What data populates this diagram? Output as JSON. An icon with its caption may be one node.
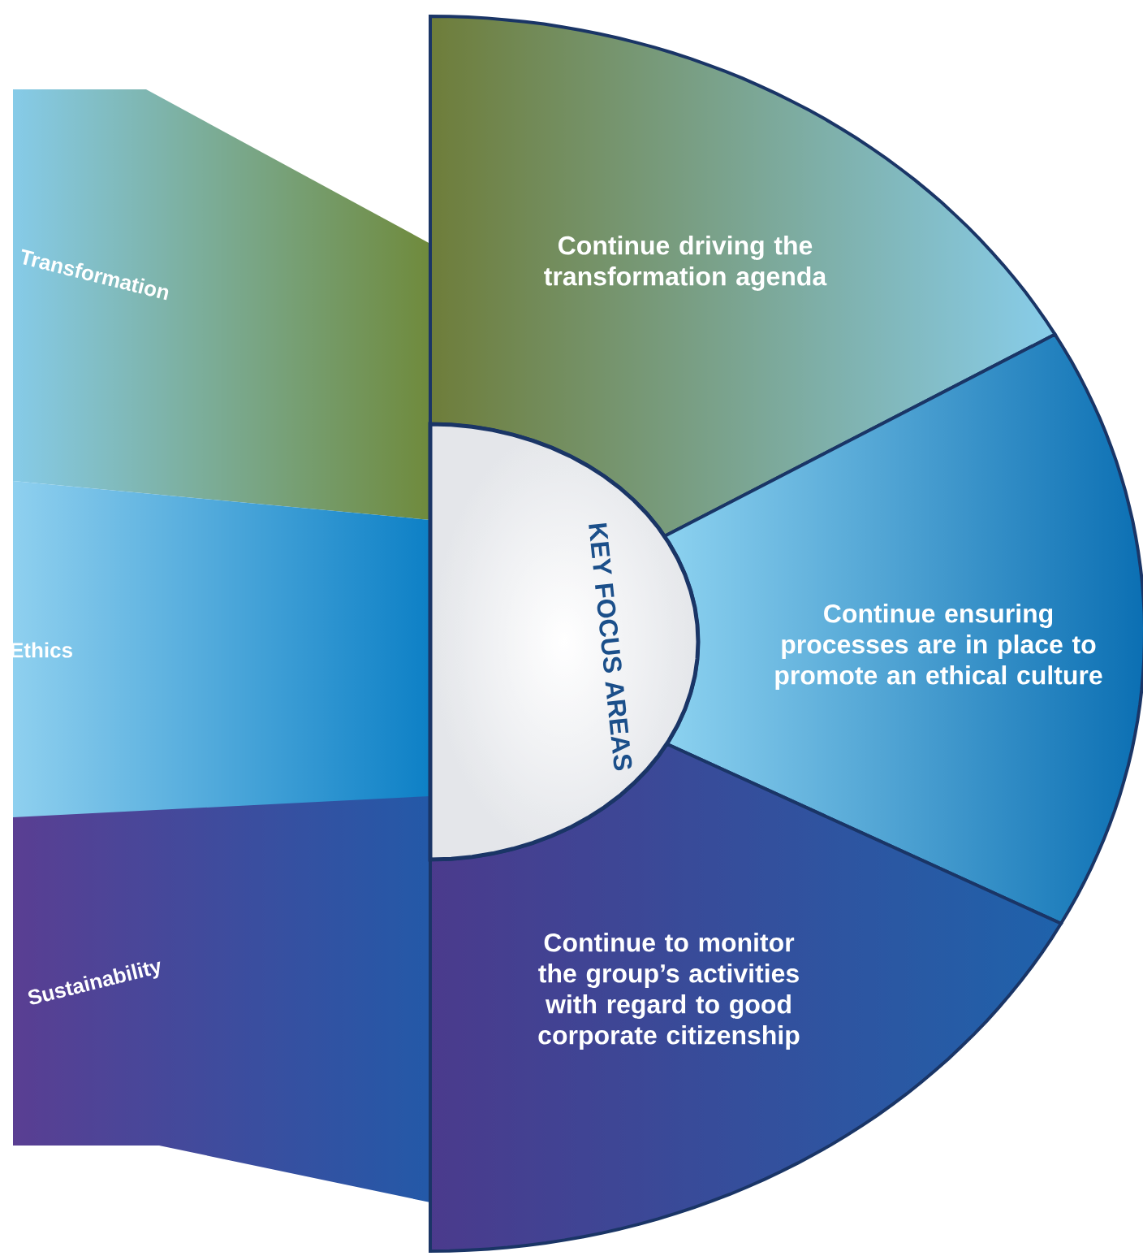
{
  "diagram": {
    "nodes": [
      {
        "text": [
          "Transformation"
        ]
      },
      {
        "text": [
          "Ethics"
        ]
      },
      {
        "text": [
          "Sustainability"
        ]
      },
      {
        "text": [
          "KEY FOCUS AREAS"
        ]
      },
      {
        "text": [
          "Continue driving the transformation agenda"
        ]
      },
      {
        "text": [
          "Continue ensuring processes are in place to promote an ethical culture"
        ]
      },
      {
        "text": [
          "Continue to monitor the group’s activities with regard to good corporate citizenship"
        ]
      }
    ]
  }
}
